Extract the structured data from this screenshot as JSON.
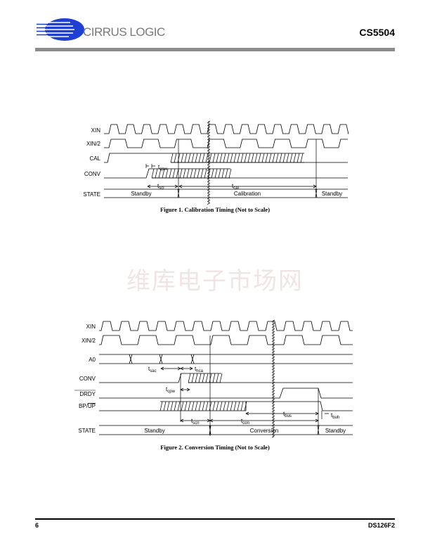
{
  "header": {
    "company": "CIRRUS LOGIC",
    "doc_title": "CS5504"
  },
  "figure1": {
    "signals": [
      "XIN",
      "XIN/2",
      "CAL",
      "CONV",
      "STATE"
    ],
    "timing": {
      "tcpw": "t",
      "tcpw_sub": "cpw",
      "tscl": "t",
      "tscl_sub": "scl",
      "tcal": "t",
      "tcal_sub": "cal"
    },
    "states": [
      "Standby",
      "Calibration",
      "Standby"
    ],
    "caption": "Figure 1.  Calibration Timing (Not to Scale)"
  },
  "watermark": "维库电子市场网",
  "figure2": {
    "signals": [
      "XIN",
      "XIN/2",
      "A0",
      "CONV",
      "DRDY",
      "BP/",
      "UP",
      "STATE"
    ],
    "timing": {
      "t": "t",
      "sac": "sac",
      "hca": "hca",
      "cpw": "cpw",
      "scn": "scn",
      "con": "con",
      "bus": "bus",
      "buh": "buh"
    },
    "states": [
      "Standby",
      "Conversion",
      "Standby"
    ],
    "caption": "Figure 2.  Conversion Timing (Not to Scale)"
  },
  "footer": {
    "page": "6",
    "doc_id": "DS126F2"
  }
}
